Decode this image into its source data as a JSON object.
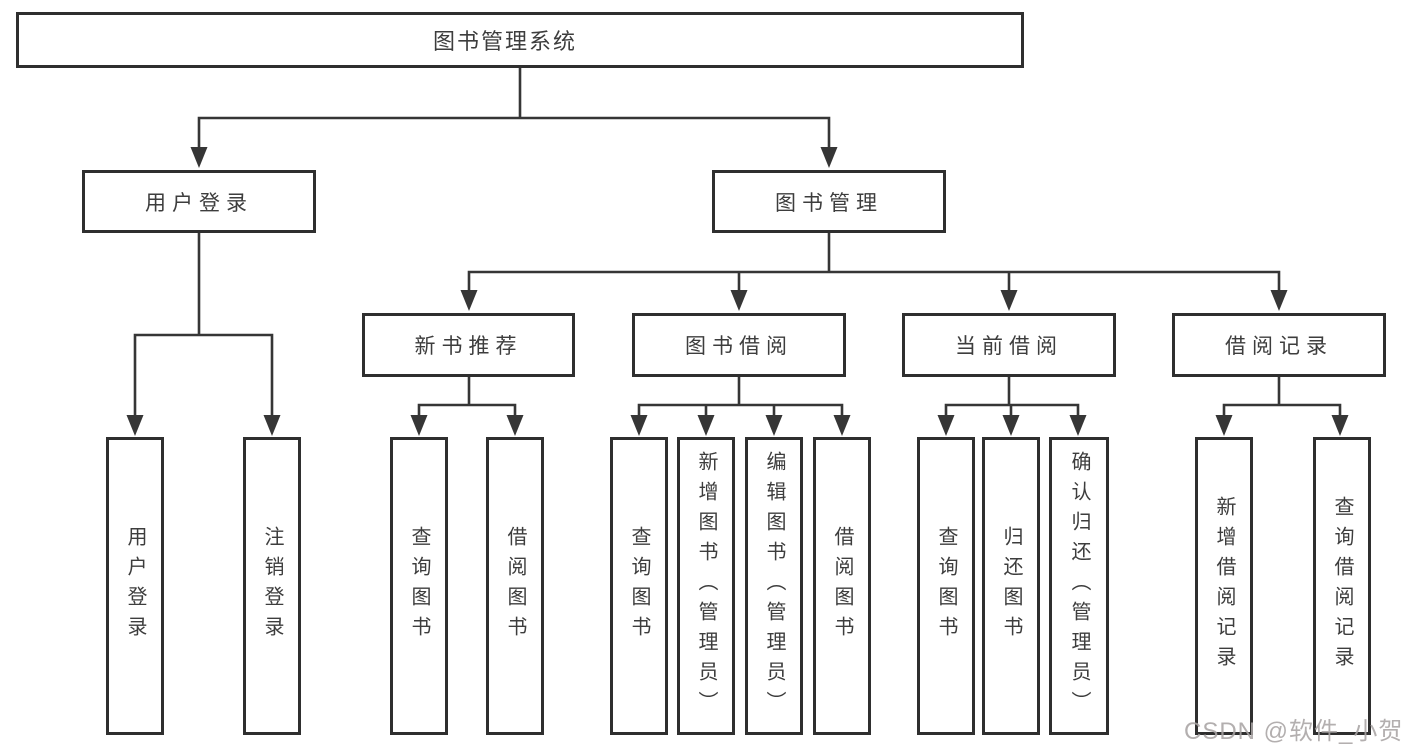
{
  "diagram_type": "hierarchy-tree",
  "colors": {
    "background": "#ffffff",
    "line": "#363636",
    "box_border": "#2f2f2f",
    "box_fill": "#ffffff",
    "text": "#3d3d3d",
    "watermark_text": "#a8a4a4"
  },
  "tree": {
    "root": {
      "label": "图书管理系统",
      "children": [
        {
          "label": "用户登录",
          "children": [
            {
              "label": "用户登录"
            },
            {
              "label": "注销登录"
            }
          ]
        },
        {
          "label": "图书管理",
          "children": [
            {
              "label": "新书推荐",
              "children": [
                {
                  "label": "查询图书"
                },
                {
                  "label": "借阅图书"
                }
              ]
            },
            {
              "label": "图书借阅",
              "children": [
                {
                  "label": "查询图书"
                },
                {
                  "label": "新增图书（管理员）"
                },
                {
                  "label": "编辑图书（管理员）"
                },
                {
                  "label": "借阅图书"
                }
              ]
            },
            {
              "label": "当前借阅",
              "children": [
                {
                  "label": "查询图书"
                },
                {
                  "label": "归还图书"
                },
                {
                  "label": "确认归还（管理员）"
                }
              ]
            },
            {
              "label": "借阅记录",
              "children": [
                {
                  "label": "新增借阅记录"
                },
                {
                  "label": "查询借阅记录"
                }
              ]
            }
          ]
        }
      ]
    }
  },
  "watermark": "CSDN @软件_小贺同学"
}
